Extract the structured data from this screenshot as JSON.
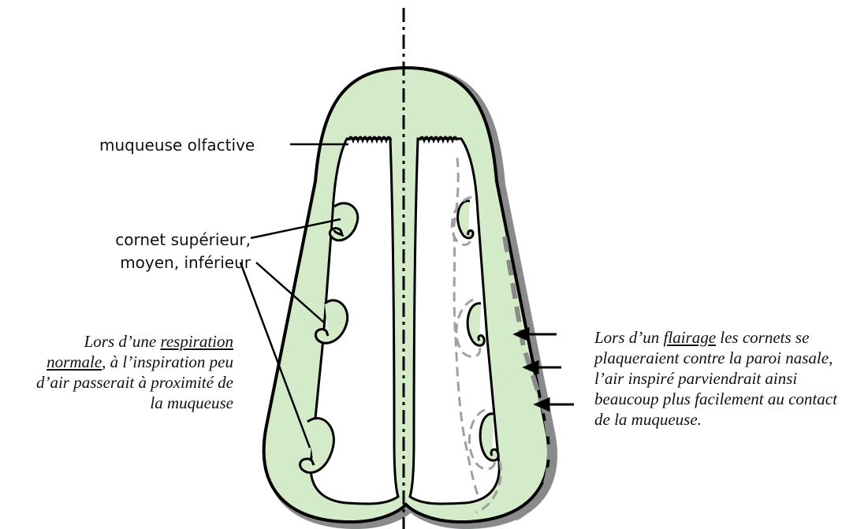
{
  "labels": {
    "olfactory": "muqueuse olfactive",
    "turbinates_line1": "cornet supérieur,",
    "turbinates_line2": "moyen, inférieur"
  },
  "left_note": {
    "l1_pre": "Lors d’une ",
    "l1_u": "respiration",
    "l2_u": "normale",
    "l2_post": ", à l’inspiration peu",
    "l3": "d’air passerait à proximité de",
    "l4": "la muqueuse"
  },
  "right_note": {
    "l1_pre": "Lors d’un ",
    "l1_u": "flairage",
    "l1_post": " les cornets se",
    "l2": "plaqueraient contre la paroi nasale,",
    "l3": "l’air inspiré parviendrait ainsi",
    "l4": "beaucoup plus facilement au contact",
    "l5": "de la muqueuse."
  },
  "colors": {
    "fill": "#d4ebc9",
    "outline": "#000000",
    "shadow": "#8a8a8a",
    "dashed": "#a0a0a0"
  }
}
